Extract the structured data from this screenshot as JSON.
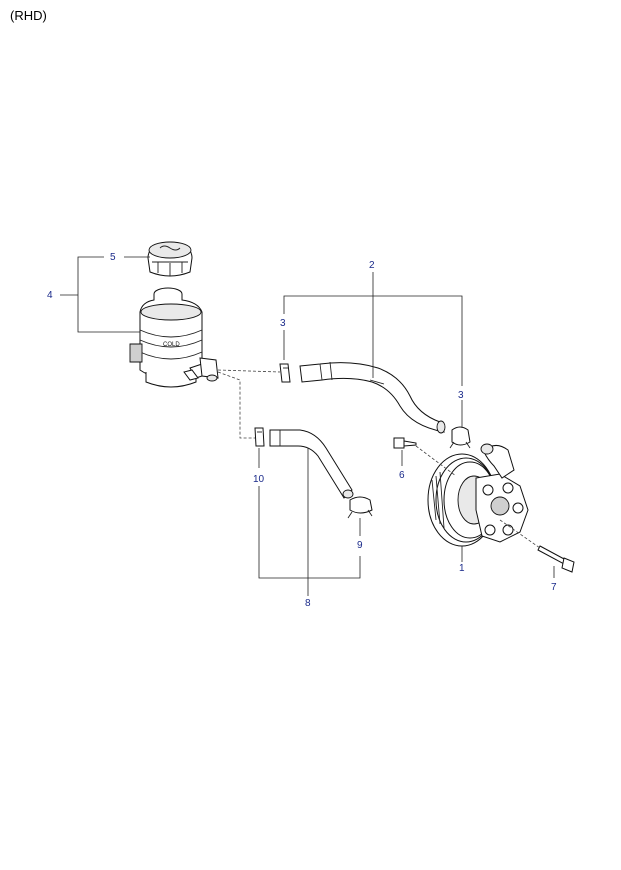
{
  "caption": "(RHD)",
  "callouts": {
    "c1": "1",
    "c2": "2",
    "c3a": "3",
    "c3b": "3",
    "c4": "4",
    "c5": "5",
    "c6": "6",
    "c7": "7",
    "c8": "8",
    "c9": "9",
    "c10": "10"
  },
  "reservoir_label": "COLD",
  "colors": {
    "callout": "#1a2a8a",
    "line": "#222222"
  }
}
